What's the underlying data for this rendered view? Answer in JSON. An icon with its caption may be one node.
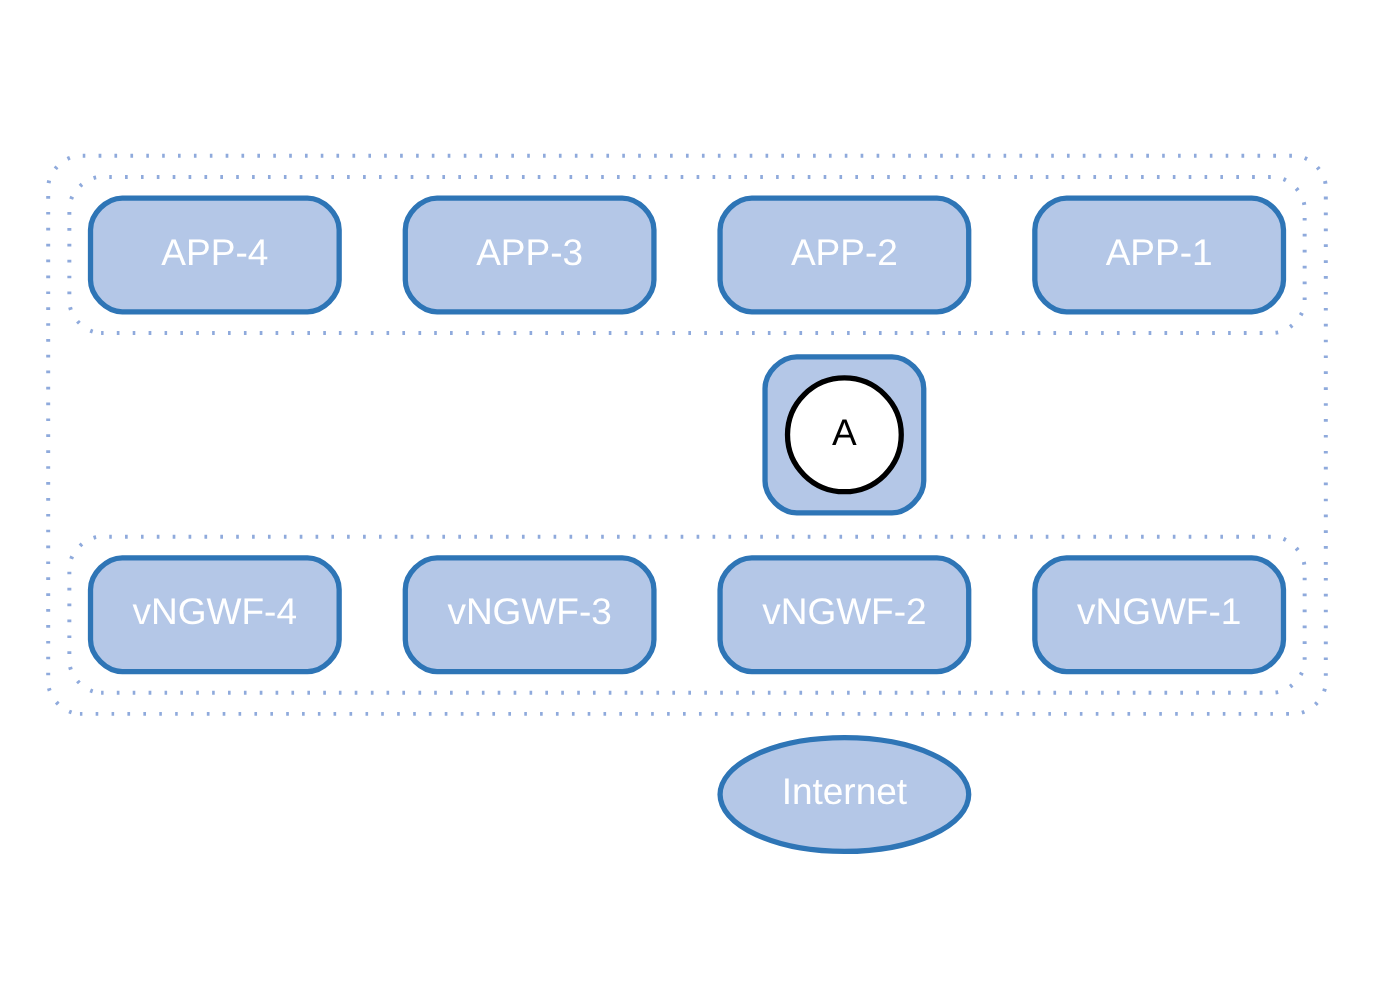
{
  "diagram": {
    "nodes": [
      {
        "text": [],
        "shape": "box"
      },
      {
        "text": [],
        "shape": "box",
        "in": 0
      },
      {
        "text": [
          "APP-1"
        ],
        "in": 1
      },
      {
        "text": [
          "APP-2"
        ],
        "in": 1
      },
      {
        "text": [
          "APP-3"
        ],
        "in": 1
      },
      {
        "text": [
          "APP-4"
        ],
        "in": 1
      },
      {
        "text": [],
        "shape": "box",
        "in": 0
      },
      {
        "text": [
          "A"
        ],
        "in": 6
      },
      {
        "text": [],
        "shape": "box",
        "in": 0
      },
      {
        "text": [
          "vNGWF-1"
        ],
        "in": 8
      },
      {
        "text": [
          "vNGWF-2"
        ],
        "in": 8
      },
      {
        "text": [
          "vNGWF-3"
        ],
        "in": 8
      },
      {
        "text": [
          "vNGWF-4"
        ],
        "in": 8
      },
      {
        "text": [
          "Internet"
        ]
      }
    ]
  }
}
